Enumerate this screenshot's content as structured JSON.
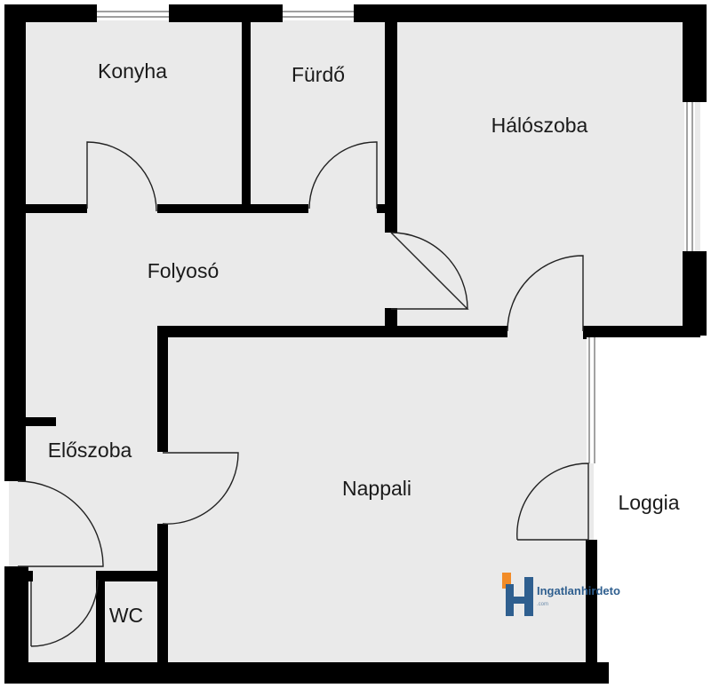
{
  "rooms": {
    "konyha": "Konyha",
    "furdo": "Fürdő",
    "haloszoba": "Hálószoba",
    "folyoso": "Folyosó",
    "eloszoba": "Előszoba",
    "nappali": "Nappali",
    "loggia": "Loggia",
    "wc": "WC"
  },
  "logo": {
    "text": "Ingatlanhirdeto",
    "sub": ".com",
    "accent_color": "#f28c28",
    "brand_color": "#2f5f8f"
  },
  "colors": {
    "floor": "#eaeaea",
    "wall": "#000000"
  }
}
